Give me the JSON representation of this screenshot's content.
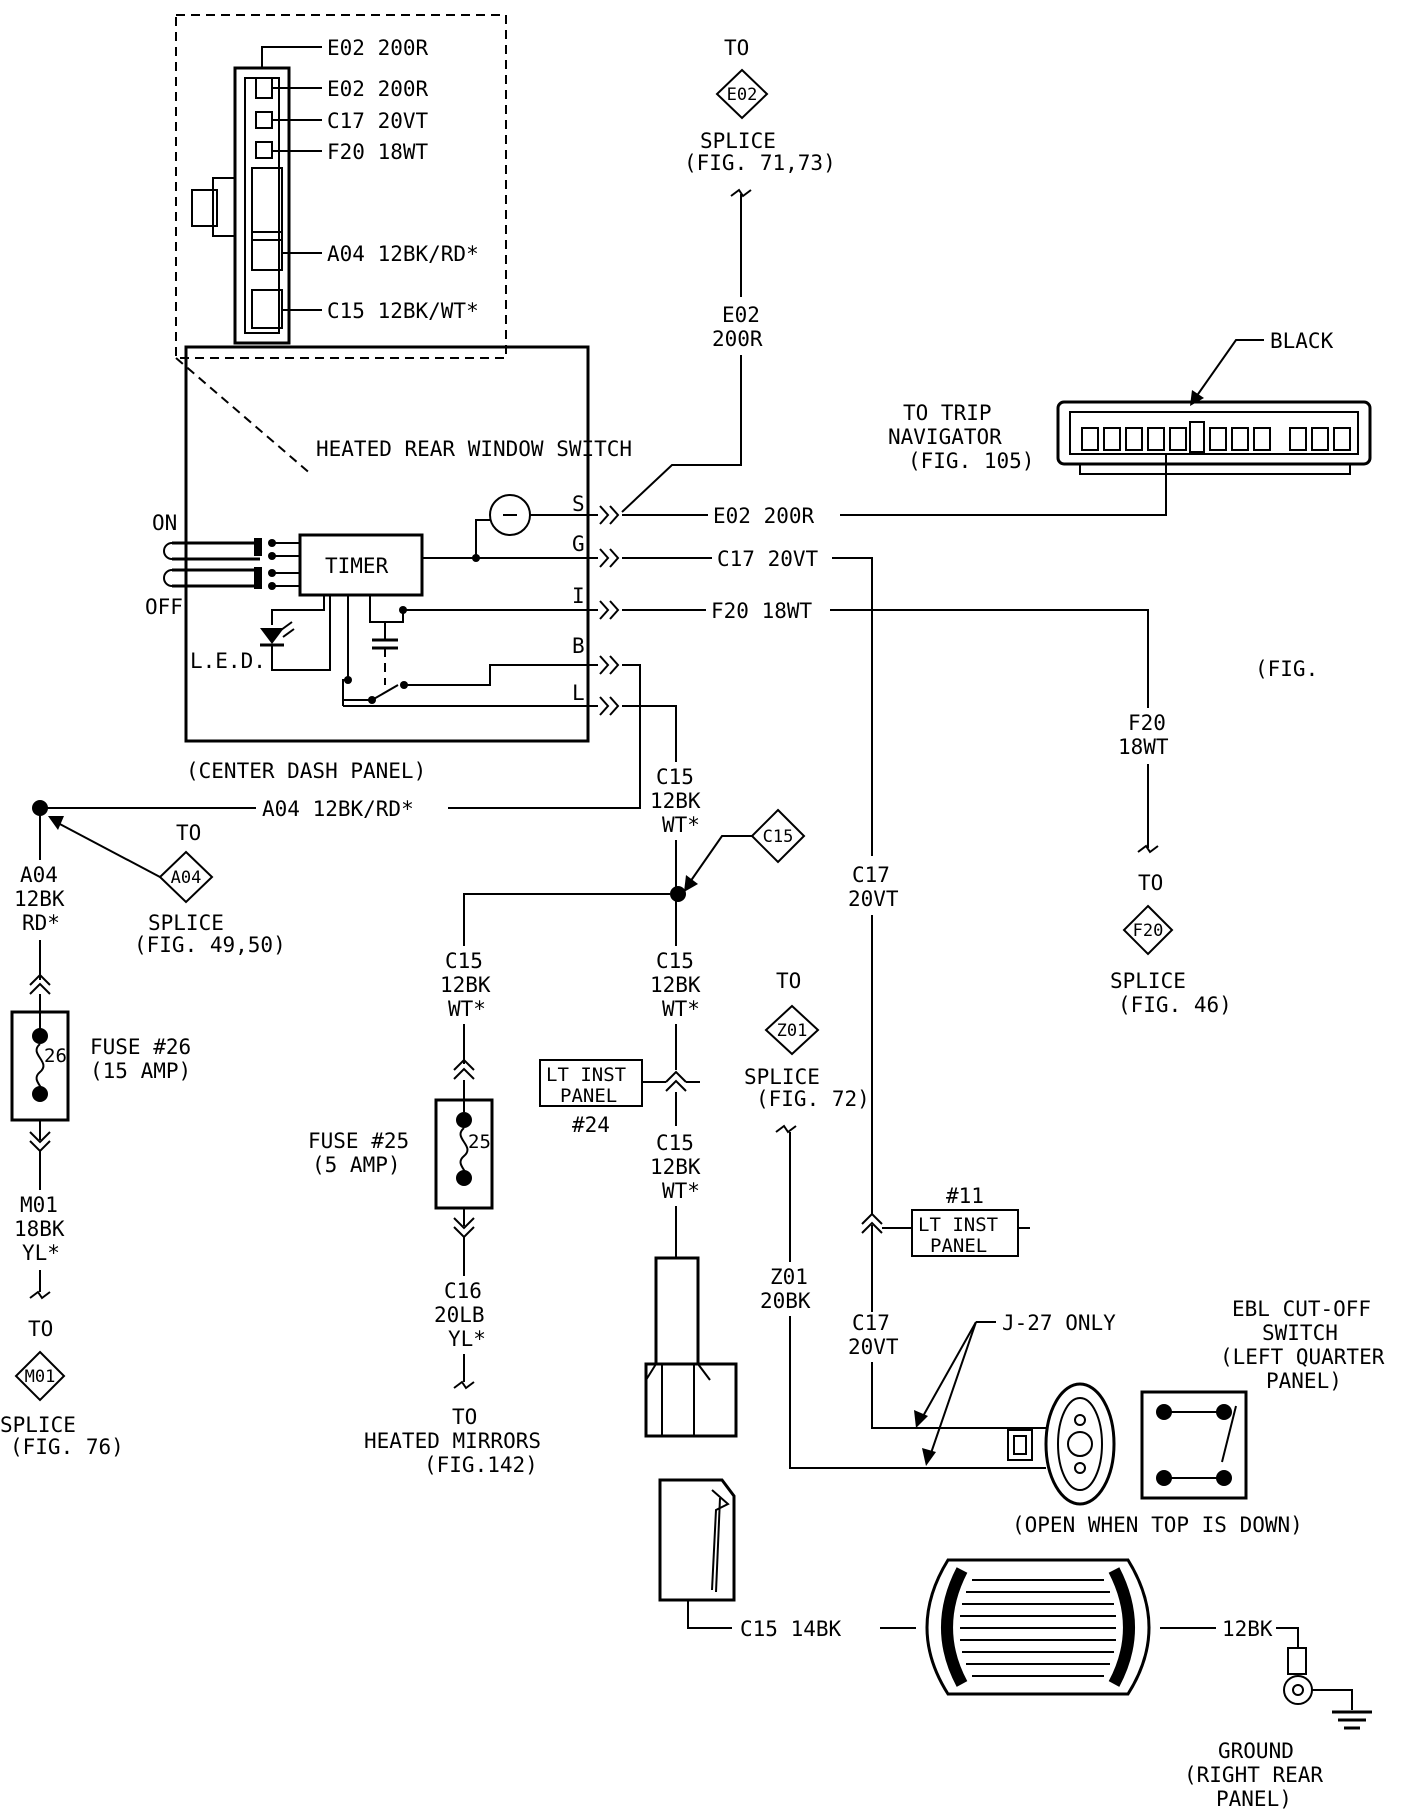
{
  "inset": {
    "pins": [
      "E02 200R",
      "E02 200R",
      "C17 20VT",
      "F20 18WT",
      "A04 12BK/RD*",
      "C15 12BK/WT*"
    ]
  },
  "switch": {
    "title": "HEATED REAR WINDOW SWITCH",
    "on": "ON",
    "off": "OFF",
    "timer": "TIMER",
    "led": "L.E.D.",
    "location": "(CENTER DASH PANEL)",
    "pins": [
      "S",
      "G",
      "I",
      "B",
      "L"
    ]
  },
  "wires": {
    "e02": "E02 200R",
    "c17": "C17 20VT",
    "f20": "F20 18WT",
    "a04": "A04 12BK/RD*",
    "e02_vert": [
      "E02",
      "200R"
    ],
    "f20_vert": [
      "F20",
      "18WT"
    ],
    "c17_vert": [
      "C17",
      "20VT"
    ],
    "c17_lower": [
      "C17",
      "20VT"
    ],
    "c15_upper": [
      "C15",
      "12BK",
      "WT*"
    ],
    "c15_mid": [
      "C15",
      "12BK",
      "WT*"
    ],
    "c15_left": [
      "C15",
      "12BK",
      "WT*"
    ],
    "c15_lower": [
      "C15",
      "12BK",
      "WT*"
    ],
    "a04_vert": [
      "A04",
      "12BK",
      "RD*"
    ],
    "m01": [
      "M01",
      "18BK",
      "YL*"
    ],
    "c16": [
      "C16",
      "20LB",
      "YL*"
    ],
    "z01": [
      "Z01",
      "20BK"
    ],
    "c15_grid": "C15 14BK",
    "ground_wire": "12BK"
  },
  "refs": {
    "to": "TO",
    "e02_splice": [
      "SPLICE",
      "(FIG. 71,73)"
    ],
    "f20_splice": [
      "SPLICE",
      "(FIG. 46)"
    ],
    "a04_splice": [
      "SPLICE",
      "(FIG. 49,50)"
    ],
    "m01_splice": [
      "SPLICE",
      "(FIG. 76)"
    ],
    "z01_splice": [
      "SPLICE",
      "(FIG. 72)"
    ],
    "trip_nav": [
      "TO TRIP",
      "NAVIGATOR",
      "(FIG. 105)"
    ],
    "black": "BLACK",
    "fig_partial": "(FIG.",
    "heated_mirrors": [
      "TO",
      "HEATED MIRRORS",
      "(FIG.142)"
    ]
  },
  "tags": {
    "e02": "E02",
    "f20": "F20",
    "a04": "A04",
    "m01": "M01",
    "z01": "Z01",
    "c15": "C15"
  },
  "fuses": {
    "f26": [
      "FUSE #26",
      "(15 AMP)"
    ],
    "f26_num": "26",
    "f25": [
      "FUSE #25",
      "(5 AMP)"
    ],
    "f25_num": "25"
  },
  "connectors": {
    "lt24": [
      "LT INST",
      "PANEL",
      "#24"
    ],
    "lt11": [
      "#11",
      "LT INST",
      "PANEL"
    ]
  },
  "ebl": {
    "j27": "J-27 ONLY",
    "title": [
      "EBL CUT-OFF",
      "SWITCH",
      "(LEFT QUARTER",
      "PANEL)"
    ],
    "open": "(OPEN WHEN TOP IS DOWN)"
  },
  "ground": [
    "GROUND",
    "(RIGHT REAR",
    "PANEL)"
  ]
}
